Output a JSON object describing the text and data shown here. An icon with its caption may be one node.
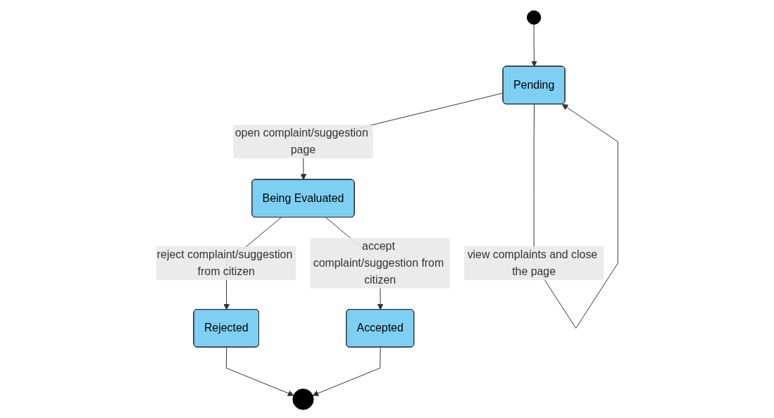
{
  "diagram": {
    "nodes": [
      {
        "text": [],
        "shape": "circle"
      },
      {
        "text": [
          "Pending"
        ]
      },
      {
        "text": [
          "Being Evaluated"
        ]
      },
      {
        "text": [
          "Rejected"
        ]
      },
      {
        "text": [
          "Accepted"
        ]
      },
      {
        "text": [],
        "shape": "circle"
      }
    ],
    "edges": [
      {
        "from": 0,
        "to": 1,
        "arrow": "to"
      },
      {
        "from": 1,
        "to": 1,
        "arrow": "to",
        "label": "view complaints and close the page"
      },
      {
        "from": 1,
        "to": 2,
        "arrow": "to",
        "label": "open complaint/suggestion page"
      },
      {
        "from": 2,
        "to": 3,
        "arrow": "to",
        "label": "reject complaint/suggestion from citizen"
      },
      {
        "from": 2,
        "to": 4,
        "arrow": "to",
        "label": "accept complaint/suggestion from citizen"
      },
      {
        "from": 3,
        "to": 5,
        "arrow": "to"
      },
      {
        "from": 4,
        "to": 5,
        "arrow": "to"
      }
    ]
  }
}
